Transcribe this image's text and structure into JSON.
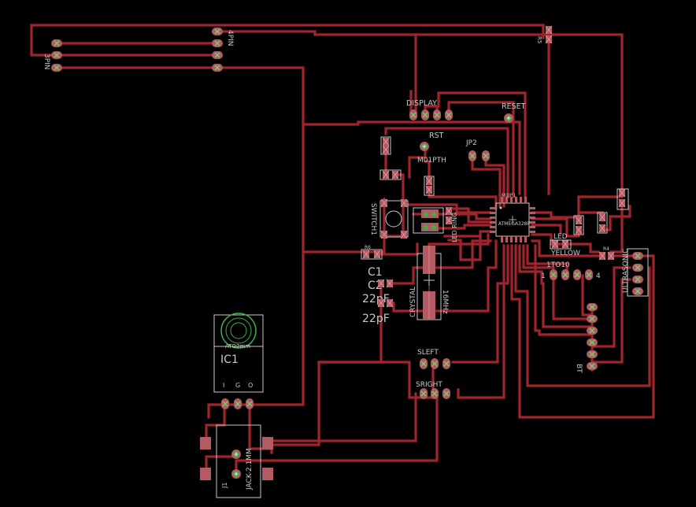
{
  "colors": {
    "background": "#000000",
    "trace": "#a0242c",
    "pad": "#b35a63",
    "via": "#3fae4a",
    "silkscreen": "#c8c8c8"
  },
  "labels": {
    "j3pin": "3PIN",
    "j4pin": "4PIN",
    "display": "DISPLAY",
    "reset": "RESET",
    "rst": "RST",
    "m01pth": "M01PTH",
    "jp2": "JP2",
    "switch1": "SWITCH1",
    "led_ring": "LED RING",
    "mcu_ref": "M1JP1",
    "mcu": "ATMEGA328P",
    "led": "LED",
    "yellow": "YELLOW",
    "r4": "R4",
    "ultrasonic": "ULTRASONIC",
    "header_1to10": "1TO10",
    "header_4": "4",
    "header_1": "1",
    "r5": "R5",
    "r6": "R6",
    "c1": "C1",
    "c2": "C2",
    "c2_value": "22pF",
    "c1_value": "22pF",
    "crystal": "CRYSTAL",
    "crystal_freq": "16MHz",
    "ic1_pkg": "ATO2mm",
    "ic1": "IC1",
    "sleft": "SLEFT",
    "sright": "SRIGHT",
    "bt": "BT",
    "jack": "JACK-2.1MM",
    "jack_ref": "J1",
    "pwr_i": "I",
    "pwr_g": "G",
    "pwr_o": "O"
  }
}
